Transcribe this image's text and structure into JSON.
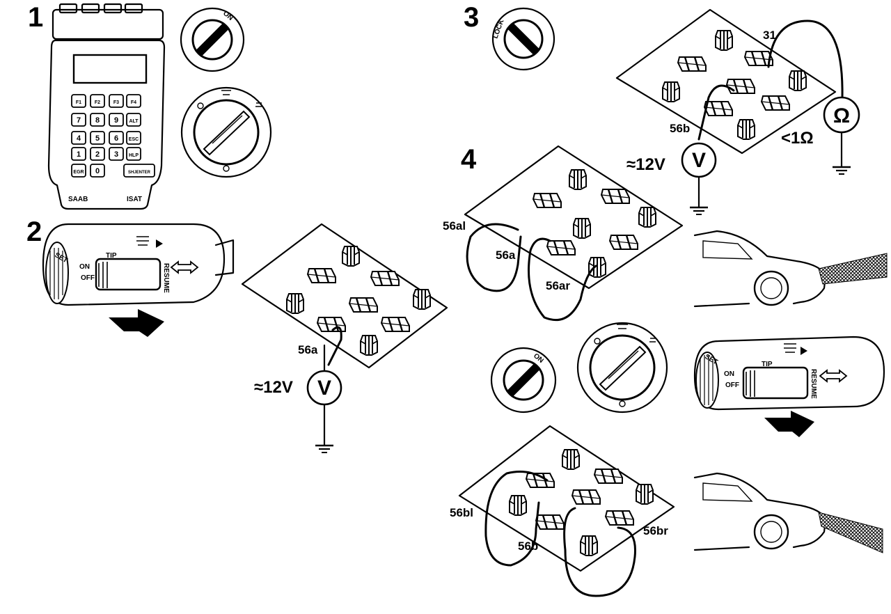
{
  "steps": {
    "s1": "1",
    "s2": "2",
    "s3": "3",
    "s4": "4"
  },
  "tester": {
    "brand": "SAAB",
    "model": "ISAT",
    "keys": [
      "F1",
      "F2",
      "F3",
      "F4",
      "7",
      "8",
      "9",
      "ALT",
      "4",
      "5",
      "6",
      "ESC",
      "1",
      "2",
      "3",
      "HLP",
      "EGR",
      "0",
      "SHJENTER"
    ]
  },
  "ignition": {
    "on_label": "ON",
    "lock_label": "LOCK"
  },
  "stalk": {
    "set": "SET",
    "tip": "TIP",
    "on": "ON",
    "off": "OFF",
    "resume": "RESUME"
  },
  "wires": {
    "w56a_step2": "56a",
    "w31": "31",
    "w56b_step3": "56b",
    "w56al": "56al",
    "w56a_step4": "56a",
    "w56ar": "56ar",
    "w56bl": "56bl",
    "w56b_step4": "56b",
    "w56br": "56br"
  },
  "measurements": {
    "volt_step2": "≈12V",
    "volt_step3": "≈12V",
    "ohm_step3": "<1Ω"
  },
  "meters": {
    "voltmeter": "V",
    "ohmmeter": "Ω"
  }
}
